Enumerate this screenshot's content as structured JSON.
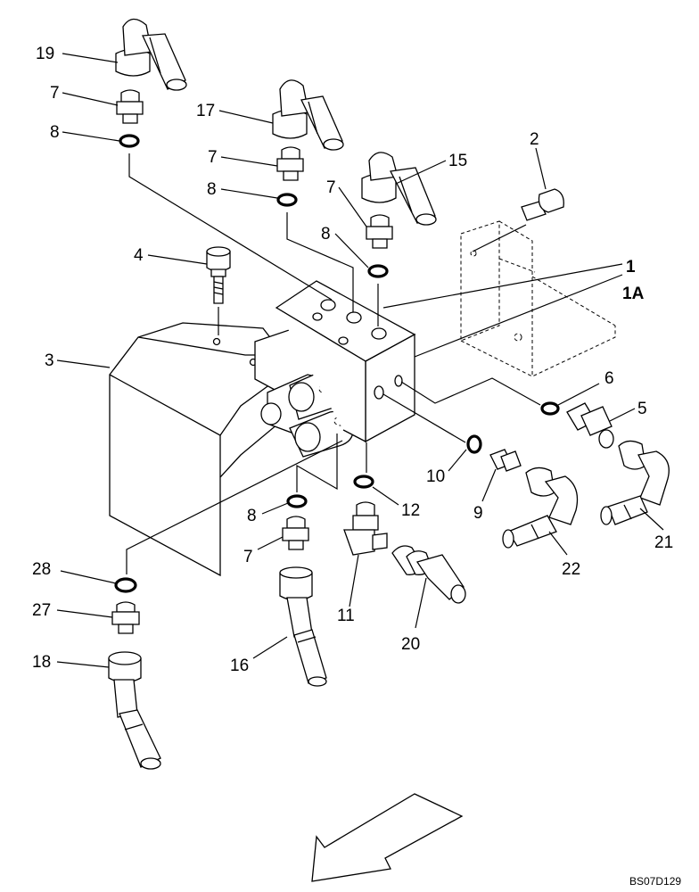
{
  "callouts": {
    "c19": "19",
    "c7a": "7",
    "c8a": "8",
    "c17": "17",
    "c7b": "7",
    "c8b": "8",
    "c15": "15",
    "c7c": "7",
    "c8c": "8",
    "c2": "2",
    "c1": "1",
    "c1a": "1A",
    "c4": "4",
    "c3": "3",
    "c6": "6",
    "c5": "5",
    "c10": "10",
    "c9": "9",
    "c12": "12",
    "c8d": "8",
    "c7d": "7",
    "c28": "28",
    "c27": "27",
    "c18": "18",
    "c16": "16",
    "c11": "11",
    "c20": "20",
    "c22": "22",
    "c21": "21"
  },
  "drawing_code": "BS07D129",
  "icons": {
    "direction": "direction-arrow-icon"
  }
}
